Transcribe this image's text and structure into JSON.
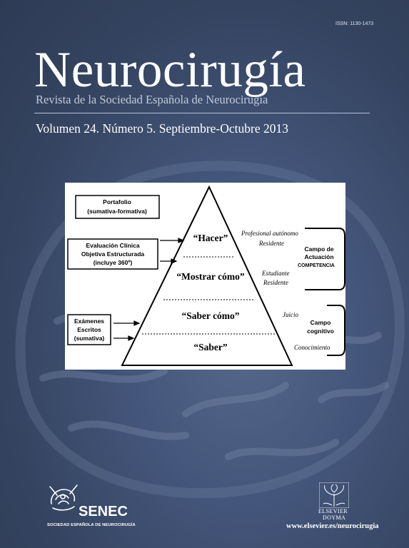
{
  "cover": {
    "issn": "ISSN: 1130-1473",
    "title": "Neurocirugía",
    "subtitle": "Revista de la Sociedad Española de Neurocirugía",
    "volume": "Volumen 24. Número 5. Septiembre-Octubre 2013"
  },
  "figure": {
    "left_boxes": {
      "portfolio": [
        "Portafolio",
        "(sumativa-formativa)"
      ],
      "clinical": [
        "Evaluación Clínica",
        "Objetiva Estructurada",
        "(incluye 360º)"
      ],
      "exams": [
        "Exámenes",
        "Escritos",
        "(sumativa)"
      ]
    },
    "levels": [
      "“Hacer”",
      "“Mostrar cómo”",
      "“Saber cómo”",
      "“Saber”"
    ],
    "right_labels": {
      "profesional": [
        "Profesional autónomo",
        "Residente"
      ],
      "estudiante": [
        "Estudiante",
        "Residente"
      ],
      "juicio": "Juicio",
      "conocimiento": "Conocimiento"
    },
    "brackets": {
      "actuacion": [
        "Campo de",
        "Actuación",
        "COMPETENCIA"
      ],
      "cognitivo": [
        "Campo",
        "cognitivo"
      ]
    }
  },
  "publisher": {
    "society_short": "SENEC",
    "society_full": "SOCIEDAD ESPAÑOLA DE NEUROCIRUGÍA",
    "elsevier": "ELSEVIER",
    "doyma": "DOYMA",
    "url": "www.elsevier.es/neurocirugia"
  },
  "colors": {
    "background": "#3a4a66",
    "title": "#ffffff",
    "subtitle": "#c3cad8"
  }
}
